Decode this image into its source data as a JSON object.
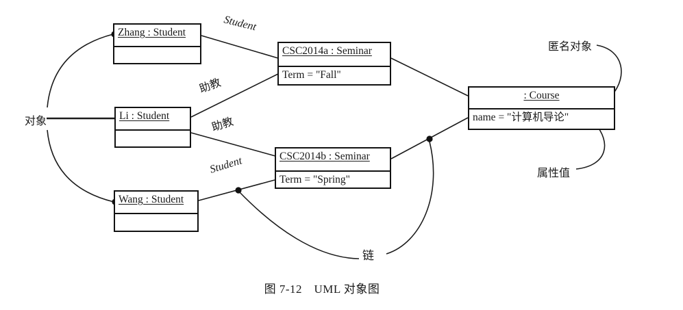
{
  "colors": {
    "background": "#ffffff",
    "ink": "#1c1c1c"
  },
  "objects": {
    "zhang": {
      "title": "Zhang : Student"
    },
    "li": {
      "title": "Li : Student"
    },
    "wang": {
      "title": "Wang : Student"
    },
    "seminar_a": {
      "title": "CSC2014a : Seminar",
      "attribute": "Term = \"Fall\""
    },
    "seminar_b": {
      "title": "CSC2014b : Seminar",
      "attribute": "Term = \"Spring\""
    },
    "course": {
      "title": ": Course",
      "attribute": "name = \"计算机导论\""
    }
  },
  "link_labels": {
    "student_top": "Student",
    "assistant_top": "助教",
    "assistant_bottom": "助教",
    "student_bottom": "Student"
  },
  "annotations": {
    "object_pointer": "对象",
    "anonymous_object": "匿名对象",
    "attribute_value": "属性值",
    "link": "链"
  },
  "caption": "图 7-12　UML 对象图"
}
